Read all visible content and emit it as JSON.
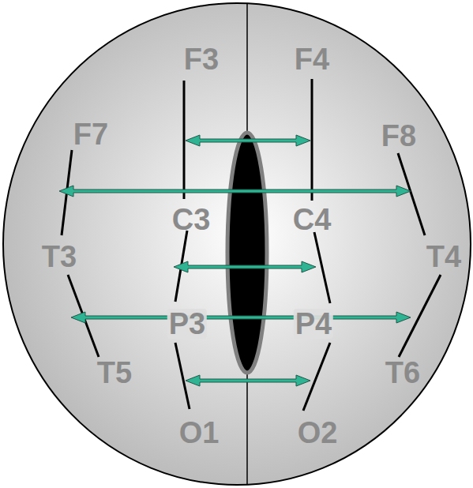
{
  "diagram": {
    "labels": [
      "F3",
      "F4",
      "F7",
      "F8",
      "C3",
      "C4",
      "T3",
      "T4",
      "P3",
      "P4",
      "T5",
      "T6",
      "O1",
      "O2"
    ]
  }
}
